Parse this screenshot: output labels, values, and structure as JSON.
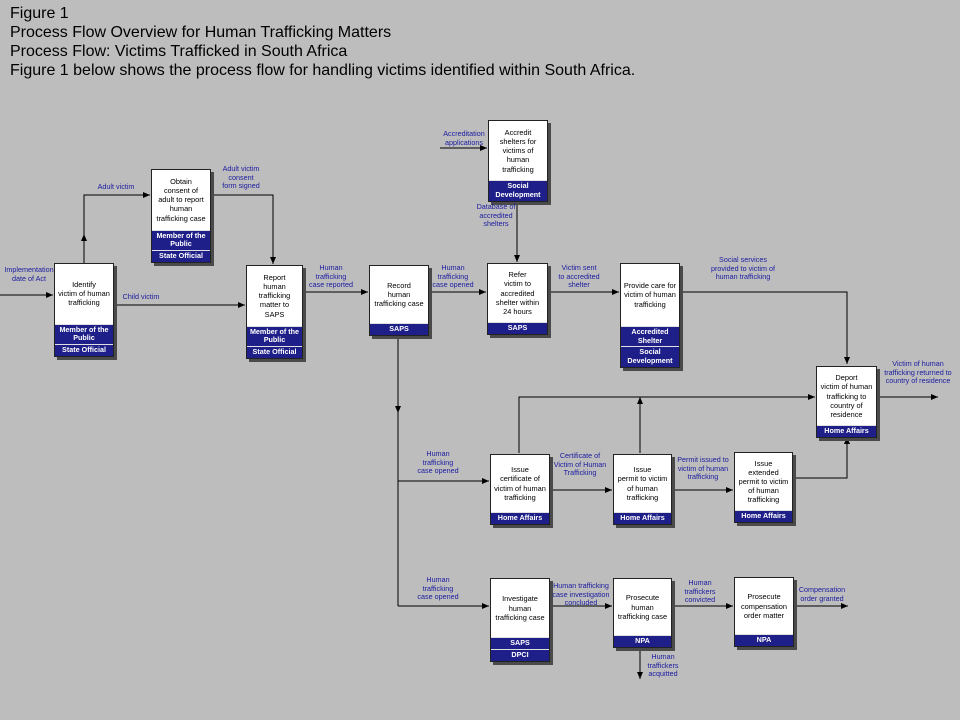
{
  "heading": {
    "line1": "Figure 1",
    "line2": "Process Flow Overview for Human Trafficking Matters",
    "line3": "Process Flow: Victims Trafficked in South Africa",
    "line4": "Figure 1 below shows the process flow for handling victims identified within South Africa."
  },
  "boxes": {
    "identify": {
      "text": "Identify\nvictim of human\ntrafficking",
      "owners": [
        "Member of the\nPublic",
        "State Official"
      ]
    },
    "obtain_consent": {
      "text": "Obtain\nconsent of\nadult to report\nhuman\ntrafficking case",
      "owners": [
        "Member of the\nPublic",
        "State Official"
      ]
    },
    "report": {
      "text": "Report\nhuman\ntrafficking\nmatter to\nSAPS",
      "owners": [
        "Member of the\nPublic",
        "State Official"
      ]
    },
    "record": {
      "text": "Record\nhuman\ntrafficking case",
      "owners": [
        "SAPS"
      ]
    },
    "accredit": {
      "text": "Accredit\nshelters for\nvictims of\nhuman\ntrafficking",
      "owners": [
        "Social\nDevelopment"
      ]
    },
    "refer": {
      "text": "Refer\nvictim to\naccredited\nshelter within\n24 hours",
      "owners": [
        "SAPS"
      ]
    },
    "provide_care": {
      "text": "Provide care for\nvictim of human\ntrafficking",
      "owners": [
        "Accredited\nShelter",
        "Social\nDevelopment"
      ]
    },
    "deport": {
      "text": "Deport\nvictim of human\ntrafficking to\ncountry of\nresidence",
      "owners": [
        "Home Affairs"
      ]
    },
    "issue_certificate": {
      "text": "Issue\ncertificate of\nvictim of human\ntrafficking",
      "owners": [
        "Home Affairs"
      ]
    },
    "issue_permit": {
      "text": "Issue\npermit to victim\nof human\ntrafficking",
      "owners": [
        "Home Affairs"
      ]
    },
    "issue_extended": {
      "text": "Issue\nextended\npermit to victim\nof human\ntrafficking",
      "owners": [
        "Home Affairs"
      ]
    },
    "investigate": {
      "text": "Investigate\nhuman\ntrafficking case",
      "owners": [
        "SAPS",
        "DPCI"
      ]
    },
    "prosecute": {
      "text": "Prosecute\nhuman\ntrafficking case",
      "owners": [
        "NPA"
      ]
    },
    "compensation": {
      "text": "Prosecute\ncompensation\norder matter",
      "owners": [
        "NPA"
      ]
    }
  },
  "labels": {
    "implementation": "Implementation\ndate of Act",
    "adult_victim": "Adult victim",
    "child_victim": "Child victim",
    "consent_signed": "Adult victim\nconsent\nform signed",
    "case_reported": "Human\ntrafficking\ncase reported",
    "case_opened_1": "Human\ntrafficking\ncase opened",
    "accreditation_apps": "Accreditation\napplications",
    "database": "Database of\naccredited\nshelters",
    "victim_sent": "Victim sent\nto accredited\nshelter",
    "social_services": "Social services\nprovided to victim of\nhuman trafficking",
    "victim_returned": "Victim of human\ntrafficking returned to\ncountry of residence",
    "case_opened_2": "Human\ntrafficking\ncase opened",
    "certificate": "Certificate of\nVictim of Human\nTrafficking",
    "permit_issued": "Permit issued to\nvictim of human\ntrafficking",
    "case_opened_3": "Human\ntrafficking\ncase opened",
    "investigation_concluded": "Human trafficking\ncase investigation\nconcluded",
    "convicted": "Human\ntraffickers\nconvicted",
    "compensation_granted": "Compensation\norder granted",
    "acquitted": "Human\ntraffickers\nacquitted"
  },
  "colors": {
    "owner_band": "#1e1f88",
    "label_text": "#1a1aa0",
    "background": "#bdbdbd"
  }
}
